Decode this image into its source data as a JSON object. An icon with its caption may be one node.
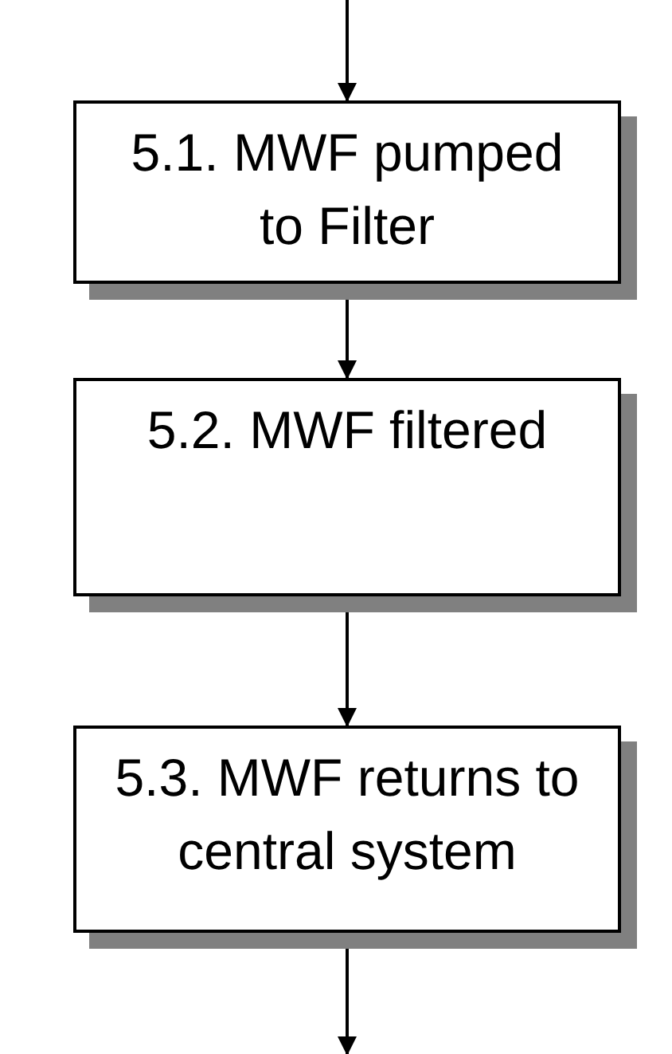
{
  "diagram": {
    "nodes": [
      {
        "text": [
          "5.1. MWF pumped to Filter"
        ]
      },
      {
        "text": [
          "5.2. MWF filtered"
        ]
      },
      {
        "text": [
          "5.3. MWF returns to central system"
        ]
      }
    ],
    "edges": [
      {
        "from": null,
        "to": 0,
        "arrow": "to"
      },
      {
        "from": 0,
        "to": 1,
        "arrow": "to"
      },
      {
        "from": 1,
        "to": 2,
        "arrow": "to"
      },
      {
        "from": 2,
        "to": null,
        "arrow": "to"
      }
    ]
  }
}
